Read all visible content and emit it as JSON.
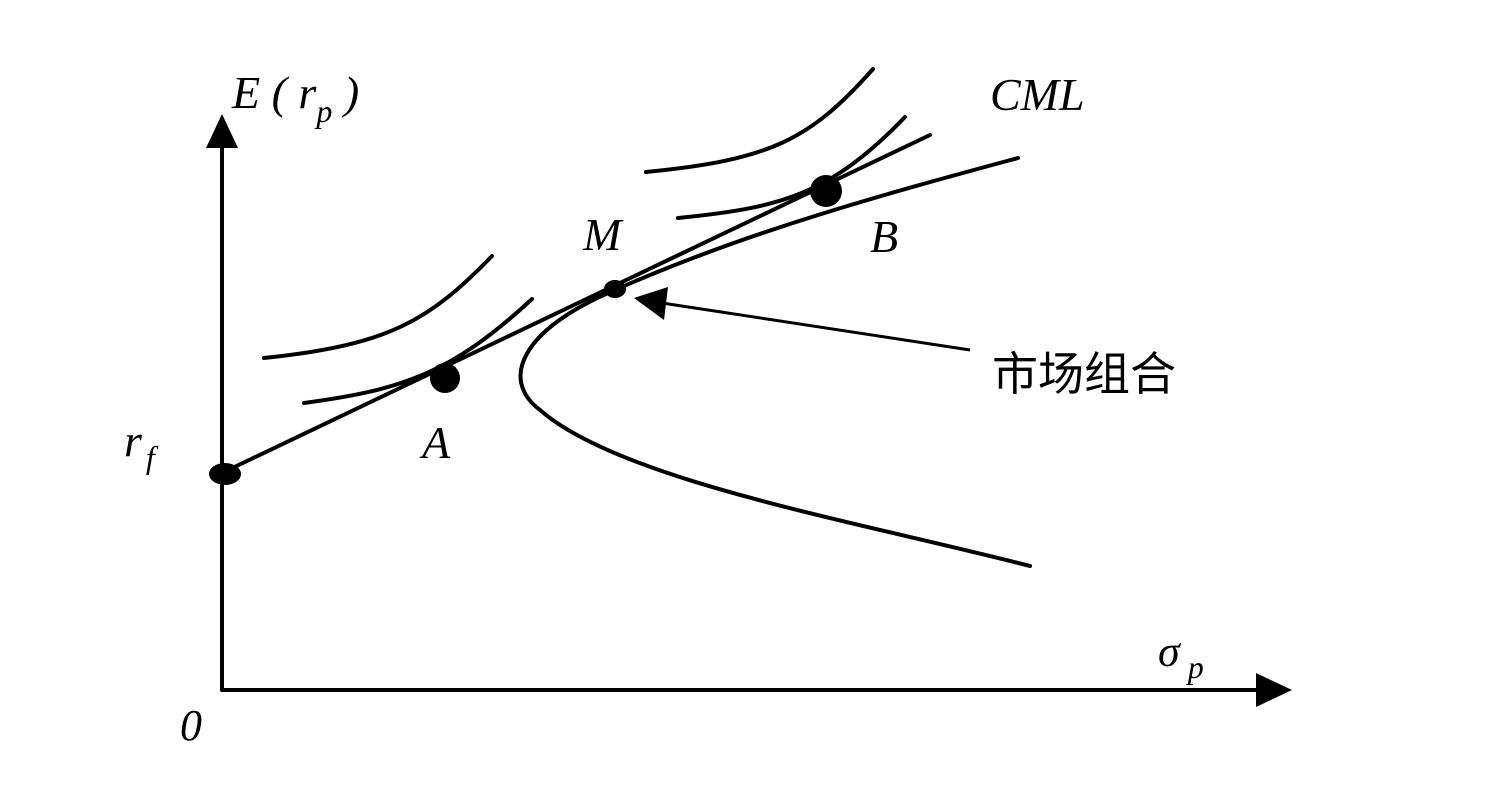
{
  "axes": {
    "y_label_main": "E ( r",
    "y_label_sub": "p",
    "y_label_close": " )",
    "x_label_main": "σ",
    "x_label_sub": "p",
    "origin_label": "0",
    "rf_label_main": "r",
    "rf_label_sub": "f"
  },
  "curves": {
    "cml_label": "CML"
  },
  "points": {
    "a_label": "A",
    "m_label": "M",
    "b_label": "B"
  },
  "annotation": {
    "market_portfolio_label": "市场组合"
  }
}
